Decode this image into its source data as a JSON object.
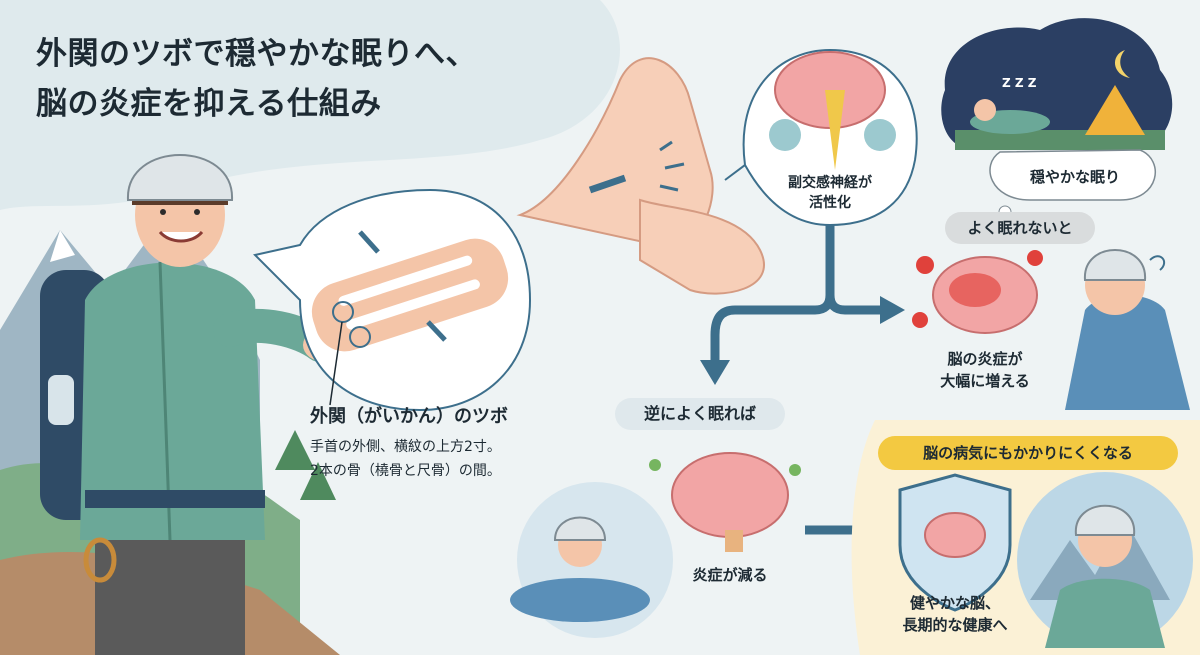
{
  "title": {
    "line1": "外関のツボで穏やかな眠りへ、",
    "line2": "脳の炎症を抑える仕組み"
  },
  "acupoint": {
    "name": "外関（がいかん）のツボ",
    "desc_line1": "手首の外側、横紋の上方2寸。",
    "desc_line2": "2本の骨（橈骨と尺骨）の間。"
  },
  "nerve": {
    "line1": "副交感神経が",
    "line2": "活性化"
  },
  "sleep": {
    "label": "穏やかな眠り",
    "zzz": "Z Z Z"
  },
  "bad_sleep": {
    "heading": "よく眠れないと",
    "line1": "脳の炎症が",
    "line2": "大幅に増える"
  },
  "good_sleep": {
    "heading": "逆によく眠れば",
    "result": "炎症が減る"
  },
  "benefit": {
    "heading": "脳の病気にもかかりにくくなる",
    "line1": "健やかな脳、",
    "line2": "長期的な健康へ"
  },
  "colors": {
    "accent_blue": "#3d6f8c",
    "brain_pink": "#f2a5a5",
    "jacket_green": "#6ba898",
    "warm_panel": "#fbf1d6",
    "inflammation_red": "#e0413b"
  }
}
